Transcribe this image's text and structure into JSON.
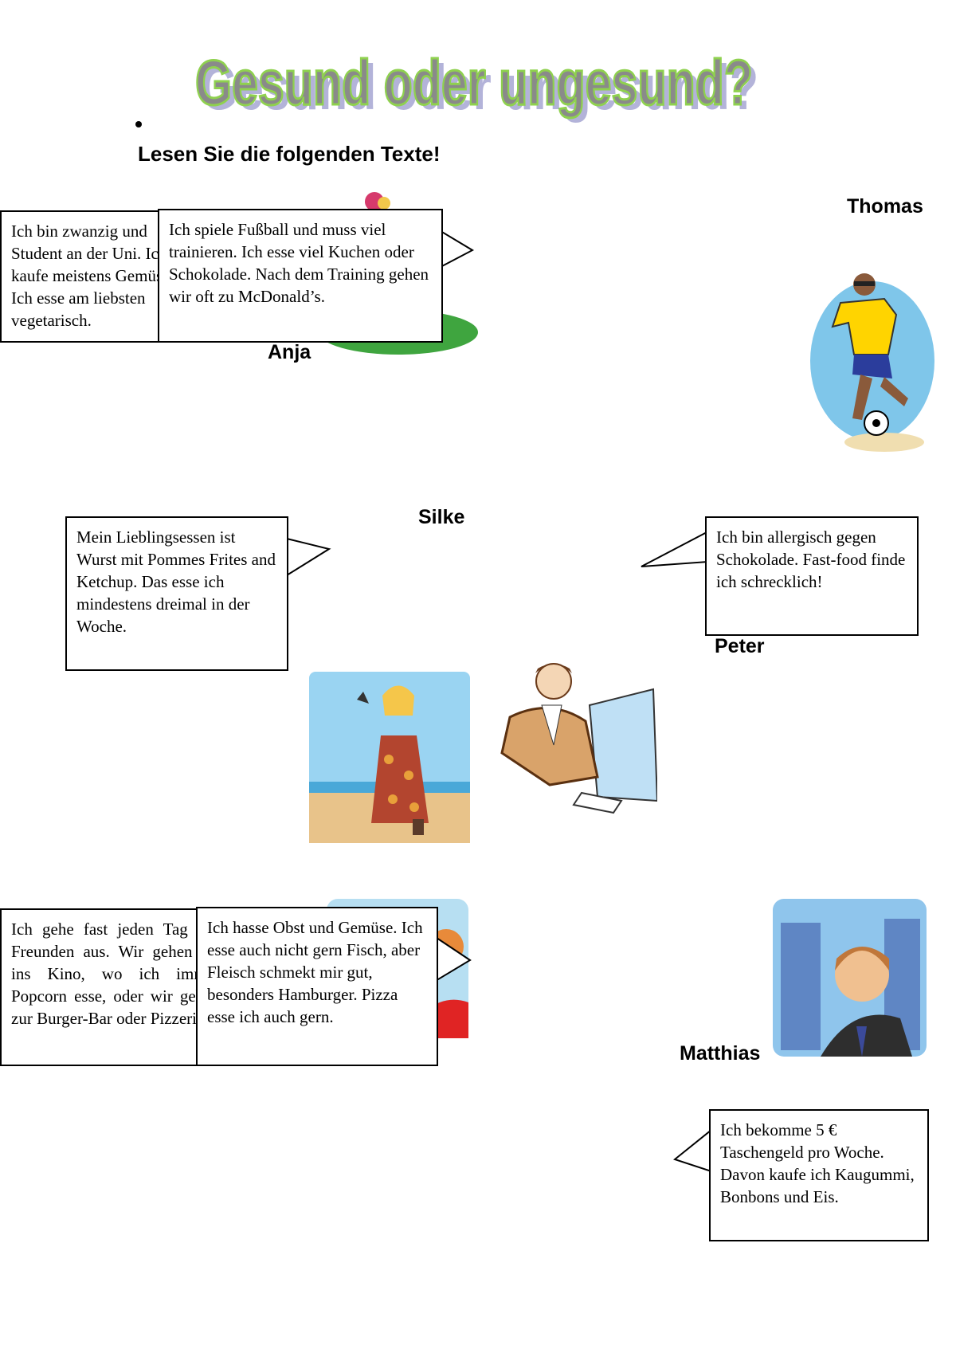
{
  "title": "Gesund oder ungesund?",
  "instruction": "Lesen Sie die folgenden Texte!",
  "names": {
    "thomas": "Thomas",
    "anja": "Anja",
    "silke": "Silke",
    "peter": "Peter",
    "matthias": "Matthias"
  },
  "bubbles": {
    "anja": "Ich bin zwanzig und Student an der Uni. Ich kaufe meistens Gemüse. Ich esse am liebsten vegetarisch.",
    "thomas": "Ich spiele Fußball und muss viel trainieren. Ich esse viel Kuchen oder Schokolade. Nach dem Training gehen wir oft zu McDonald’s.",
    "silke": "Mein Lieblingsessen ist Wurst mit Pommes Frites and Ketchup. Das esse ich mindestens dreimal in der Woche.",
    "peter": "Ich bin allergisch gegen Schokolade. Fast-food finde ich schrecklich!",
    "friends": "Ich gehe fast jeden Tag mit Freunden aus. Wir gehen oft ins Kino, wo ich immer Popcorn esse, oder wir gehen zur Burger-Bar oder Pizzeria.",
    "hamburger": "Ich hasse Obst und Gemüse. Ich esse auch nicht gern Fisch, aber Fleisch schmekt mir gut, besonders Hamburger. Pizza esse ich auch gern.",
    "matthias": "Ich bekomme 5 € Taschengeld pro Woche. Davon kaufe ich Kaugummi, Bonbons und Eis."
  }
}
